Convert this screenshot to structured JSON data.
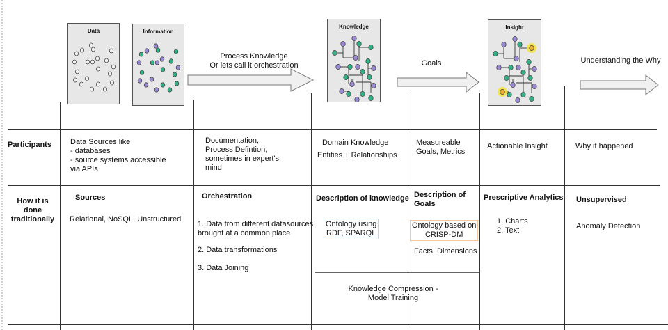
{
  "cards": [
    {
      "id": "data",
      "title": "Data"
    },
    {
      "id": "information",
      "title": "Information"
    },
    {
      "id": "knowledge",
      "title": "Knowledge"
    },
    {
      "id": "insight",
      "title": "Insight"
    }
  ],
  "arrows": [
    {
      "id": "process-knowledge",
      "label": "Process Knowledge\nOr lets call it orchestration"
    },
    {
      "id": "goals",
      "label": "Goals"
    },
    {
      "id": "understanding-why",
      "label": "Understanding the Why"
    }
  ],
  "rows": {
    "participants": {
      "label": "Participants",
      "cells": [
        "Data Sources like\n- databases\n- source systems accessible\nvia APIs",
        "Documentation,\nProcess Defintion,\nsometimes in expert's\nmind",
        "Domain Knowledge",
        "Measureable\nGoals, Metrics",
        "Actionable Insight",
        "Why it happened"
      ],
      "knowledge_sub": "Entities + Relationships"
    },
    "traditional": {
      "label": "How it is done\ntraditionally",
      "sources": {
        "title": "Sources",
        "text": "Relational, NoSQL, Unstructured"
      },
      "orchestration": {
        "title": "Orchestration",
        "items": [
          "1. Data from different datasources\nbrought at a common place",
          "2. Data transformations",
          "3. Data Joining"
        ]
      },
      "knowledge": {
        "title": "Description of knowledge",
        "box": "Ontology using\nRDF, SPARQL"
      },
      "goals": {
        "title": "Description of\nGoals",
        "box": "Ontology based on\nCRISP-DM",
        "extra": "Facts, Dimensions"
      },
      "insight": {
        "title": "Prescriptive Analytics",
        "items": "1. Charts\n2. Text"
      },
      "why": {
        "title": "Unsupervised",
        "text": "Anomaly Detection"
      },
      "compression": "Knowledge Compression -\nModel Training"
    }
  },
  "colors": {
    "green": "#2fb385",
    "purple": "#9a88d4",
    "highlight": "#f5e33a",
    "card": "#e7e7e7"
  }
}
